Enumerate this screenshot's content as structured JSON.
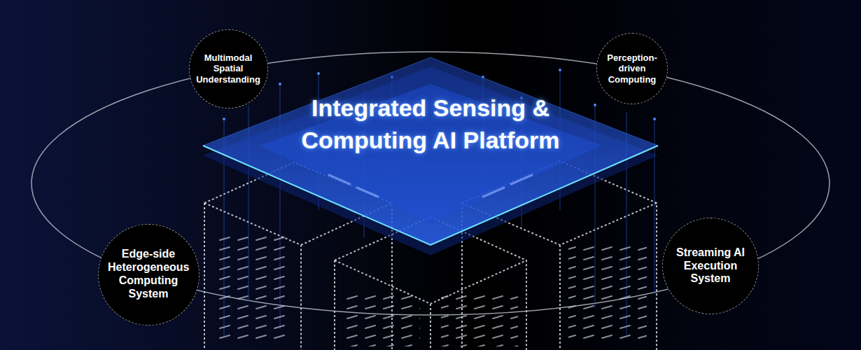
{
  "diagram": {
    "title": "Integrated Sensing & Computing AI Platform",
    "nodes": [
      {
        "text": [
          "Multimodal Spatial Understanding"
        ]
      },
      {
        "text": [
          "Perception-driven Computing"
        ]
      },
      {
        "text": [
          "Edge-side Heterogeneous Computing System"
        ]
      },
      {
        "text": [
          "Streaming AI Execution System"
        ]
      }
    ]
  }
}
